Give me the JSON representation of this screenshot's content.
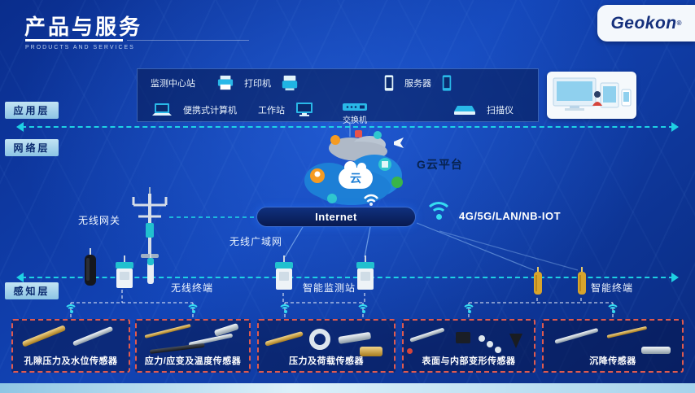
{
  "header": {
    "title": "产品与服务",
    "subtitle": "PRODUCTS AND SERVICES"
  },
  "logo": {
    "brand": "Geokon",
    "registered": "®"
  },
  "layers": {
    "application": "应用层",
    "network": "网络层",
    "perception": "感知层"
  },
  "application_layer": {
    "monitoring_center": "监测中心站",
    "printer": "打印机",
    "server": "服务器",
    "laptop": "便携式计算机",
    "workstation": "工作站",
    "switch": "交换机",
    "scanner": "扫描仪"
  },
  "network_layer": {
    "cloud_platform": "G云平台",
    "cloud_glyph": "云",
    "internet": "Internet",
    "connectivity": "4G/5G/LAN/NB-IOT",
    "wireless_gateway": "无线网关",
    "wireless_wan": "无线广域网"
  },
  "terminals": {
    "wireless_terminal": "无线终端",
    "smart_monitoring_station": "智能监测站",
    "smart_terminal": "智能终端"
  },
  "sensor_groups": [
    {
      "label": "孔隙压力及水位传感器"
    },
    {
      "label": "应力/应变及温度传感器"
    },
    {
      "label": "压力及荷载传感器"
    },
    {
      "label": "表面与内部变形传感器"
    },
    {
      "label": "沉降传感器"
    }
  ],
  "colors": {
    "background_blue": "#0d38a0",
    "accent_cyan": "#1fd9e8",
    "layer_tab_blue": "#a9d6ee",
    "panel_navy": "#081f5c",
    "sensor_border_red": "#e05a4e",
    "cloud_blue": "#1d7fd6",
    "device_cyan": "#29b8e8"
  }
}
